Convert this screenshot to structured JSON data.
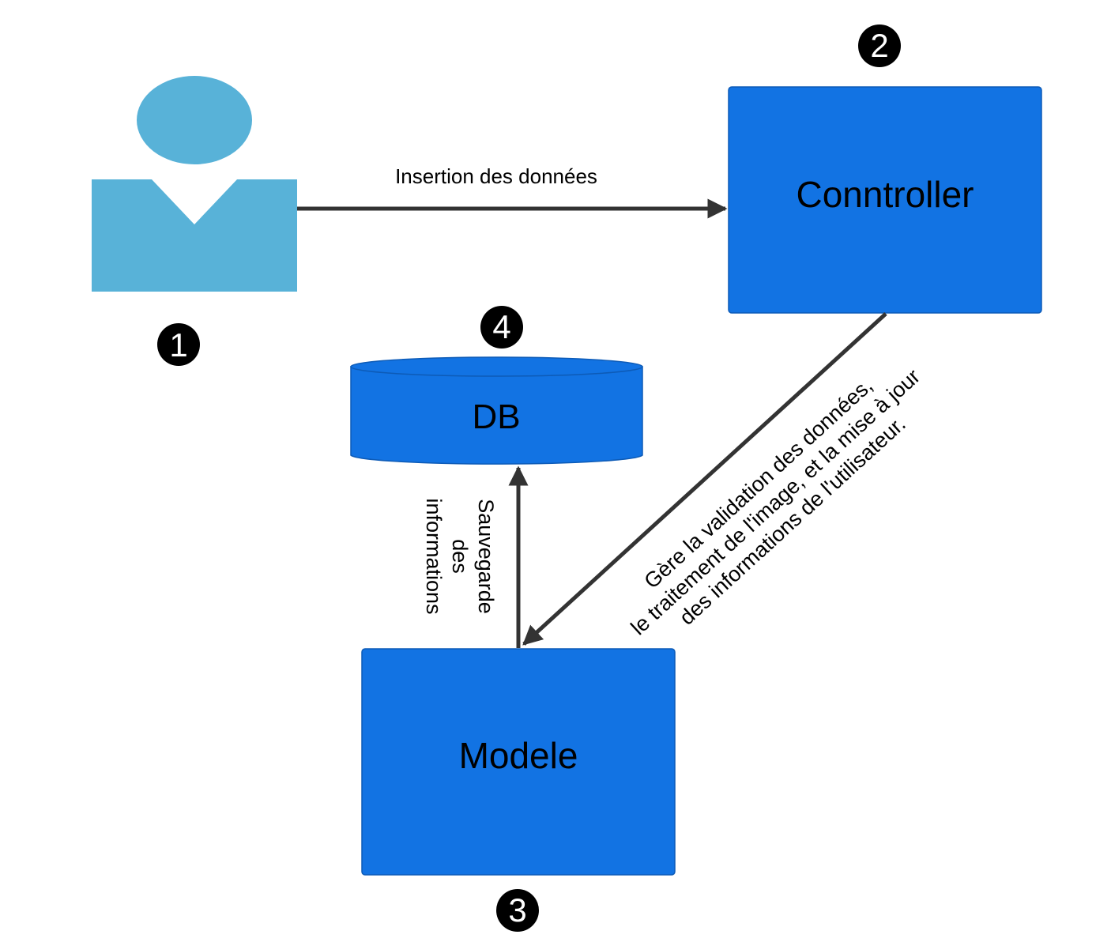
{
  "colors": {
    "node_blue": "#1273e3",
    "node_border": "#0d5bb7",
    "user_blue": "#58b2d8",
    "edge": "#333333",
    "badge_bg": "#000000",
    "badge_text": "#ffffff"
  },
  "nodes": {
    "user": {
      "icon": "user-icon",
      "badge": "1"
    },
    "controller": {
      "label": "Conntroller",
      "badge": "2"
    },
    "model": {
      "label": "Modele",
      "badge": "3"
    },
    "database": {
      "label": "DB",
      "badge": "4"
    }
  },
  "edges": {
    "user_to_controller": {
      "label": "Insertion des données"
    },
    "controller_to_model": {
      "label_lines": [
        "Gère la validation des données,",
        "le traitement de l'image, et la mise à jour",
        "des informations de l'utilisateur."
      ]
    },
    "model_to_db": {
      "label_lines": [
        "Sauvegarde",
        "des",
        "informations"
      ]
    }
  }
}
